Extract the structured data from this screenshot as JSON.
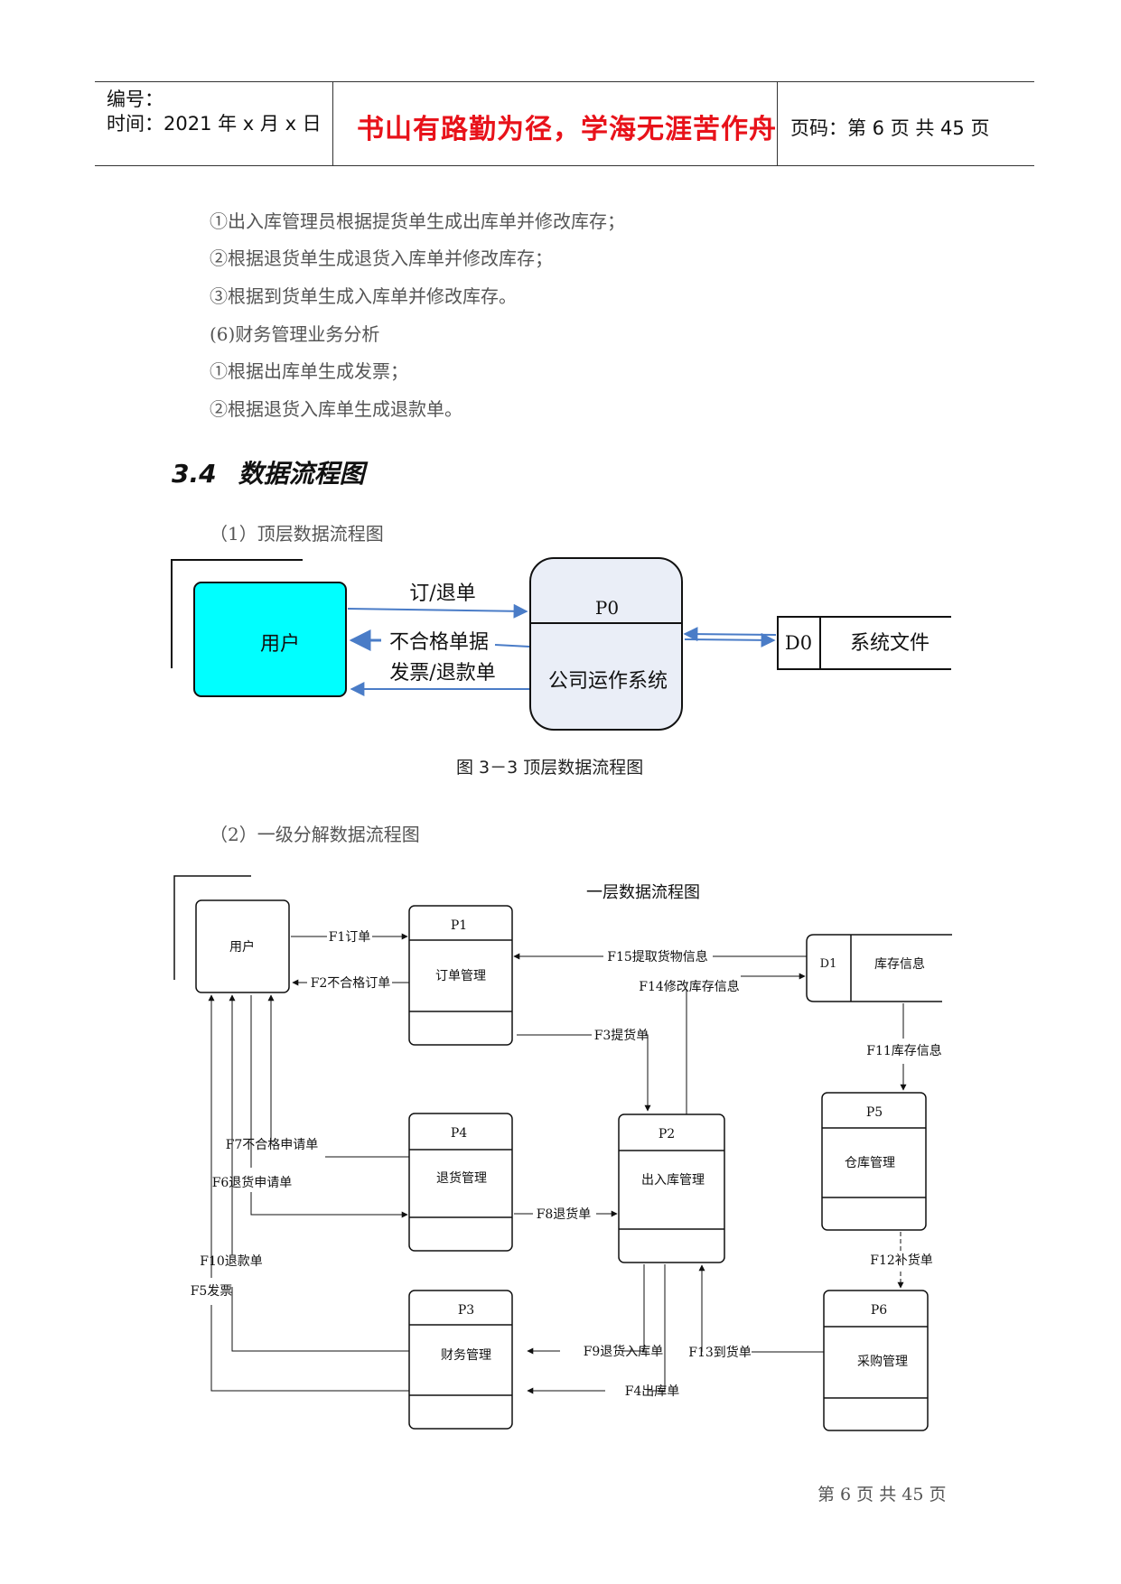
{
  "header": {
    "number_label": "编号：",
    "time_label": "时间：2021 年 x 月 x 日",
    "motto": "书山有路勤为径，学海无涯苦作舟",
    "page_info": "页码：第 6 页  共 45 页"
  },
  "paragraphs": [
    "①出入库管理员根据提货单生成出库单并修改库存；",
    "②根据退货单生成退货入库单并修改库存；",
    "③根据到货单生成入库单并修改库存。",
    "(6)财务管理业务分析",
    "①根据出库单生成发票；",
    "②根据退货入库单生成退款单。"
  ],
  "section": {
    "number": "3.4",
    "title": "数据流程图"
  },
  "subsection1": "（1）顶层数据流程图",
  "diagram1": {
    "entity": "用户",
    "process_id": "P0",
    "process_name": "公司运作系统",
    "store_id": "D0",
    "store_name": "系统文件",
    "flows": {
      "order": "订/退单",
      "reject": "不合格单据",
      "invoice": "发票/退款单"
    }
  },
  "caption": "图 3－3 顶层数据流程图",
  "subsection2": "（2）一级分解数据流程图",
  "diagram2": {
    "title": "一层数据流程图",
    "entity": "用户",
    "processes": {
      "p1": {
        "id": "P1",
        "name": "订单管理"
      },
      "p2": {
        "id": "P2",
        "name": "出入库管理"
      },
      "p3": {
        "id": "P3",
        "name": "财务管理"
      },
      "p4": {
        "id": "P4",
        "name": "退货管理"
      },
      "p5": {
        "id": "P5",
        "name": "仓库管理"
      },
      "p6": {
        "id": "P6",
        "name": "采购管理"
      }
    },
    "store": {
      "id": "D1",
      "name": "库存信息"
    },
    "flows": {
      "f1": "F1订单",
      "f2": "F2不合格订单",
      "f3": "F3提货单",
      "f4": "F4出库单",
      "f5": "F5发票",
      "f6": "F6退货申请单",
      "f7": "F7不合格申请单",
      "f8": "F8退货单",
      "f9": "F9退货入库单",
      "f10": "F10退款单",
      "f11": "F11库存信息",
      "f12": "F12补货单",
      "f13": "F13到货单",
      "f14": "F14修改库存信息",
      "f15": "F15提取货物信息"
    }
  },
  "footer": "第 6 页 共 45 页",
  "colors": {
    "motto": "#e8121a",
    "entity_fill": "#00ffff",
    "process_fill": "#eaeef7",
    "arrow_blue": "#4a7cc7"
  }
}
